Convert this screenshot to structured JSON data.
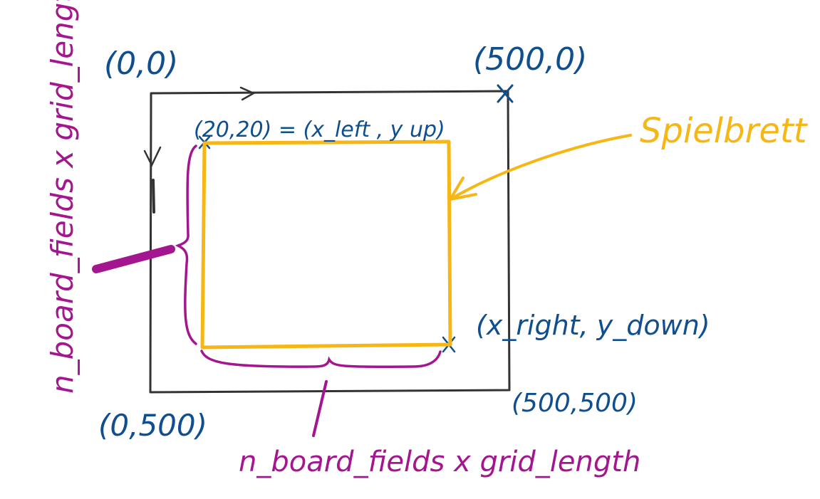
{
  "labels": {
    "origin": "(0,0)",
    "top_right": "(500,0)",
    "bottom_left": "(0,500)",
    "bottom_right": "(500,500)",
    "top_left_board": "(20,20) = (x_left , y up)",
    "bottom_right_board": "(x_right, y_down)",
    "board": "Spielbrett",
    "horizontal_size": "n_board_fields x grid_length",
    "vertical_size": "n_board_fields x grid_length"
  },
  "colors": {
    "outer_frame": "#333333",
    "board": "#f6b716",
    "dimension": "#a4168f",
    "coordinates": "#0f4f8f"
  }
}
